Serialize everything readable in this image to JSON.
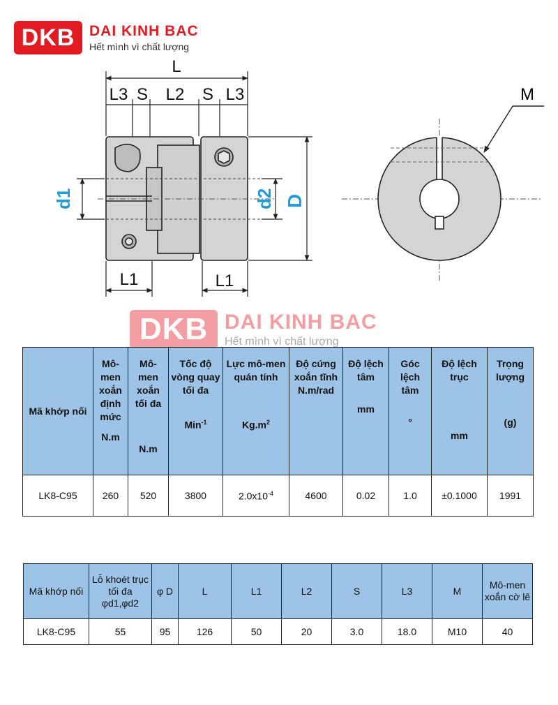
{
  "brand": {
    "logo_mark": "DKB",
    "name": "DAI KINH BAC",
    "slogan": "Hết mình vì chất lượng",
    "color": "#e21b23"
  },
  "drawing": {
    "label_L": "L",
    "label_L3_left": "L3",
    "label_S_left": "S",
    "label_L2": "L2",
    "label_S_right": "S",
    "label_L3_right": "L3",
    "label_d1": "d1",
    "label_d2": "d2",
    "label_D": "D",
    "label_L1_left": "L1",
    "label_L1_right": "L1",
    "label_M": "M",
    "dim_color": "#1f9bd7"
  },
  "table1": {
    "header_color": "#9dc3e6",
    "headers": [
      {
        "label": "Mã khớp nối",
        "unit": ""
      },
      {
        "label": "Mô-men xoắn định mức",
        "unit": "N.m"
      },
      {
        "label": "Mô-men xoắn tối đa",
        "unit": "N.m"
      },
      {
        "label": "Tốc độ vòng quay tối đa",
        "unit": "Min",
        "unit_sup": "-1"
      },
      {
        "label": "Lực mô-men quán tính",
        "unit": "Kg.m",
        "unit_sup": "2"
      },
      {
        "label": "Độ cứng xoắn tĩnh N.m/rad",
        "unit": ""
      },
      {
        "label": "Độ lệch tâm",
        "unit": "mm"
      },
      {
        "label": "Góc lệch tâm",
        "unit": "°"
      },
      {
        "label": "Độ lệch trục",
        "unit": "mm"
      },
      {
        "label": "Trọng lượng",
        "unit": "(g)"
      }
    ],
    "row": {
      "model": "LK8-C95",
      "rated_torque": "260",
      "max_torque": "520",
      "max_speed": "3800",
      "inertia": "2.0x10",
      "inertia_sup": "-4",
      "stiffness": "4600",
      "eccentricity": "0.02",
      "angle": "1.0",
      "axial": "±0.1000",
      "weight": "1991"
    }
  },
  "table2": {
    "header_color": "#9dc3e6",
    "headers": [
      "Mã khớp nối",
      "Lỗ khoét trục tối đa φd1,φd2",
      "φ D",
      "L",
      "L1",
      "L2",
      "S",
      "L3",
      "M",
      "Mô-men xoắn cờ lê"
    ],
    "row": [
      "LK8-C95",
      "55",
      "95",
      "126",
      "50",
      "20",
      "3.0",
      "18.0",
      "M10",
      "40"
    ]
  }
}
